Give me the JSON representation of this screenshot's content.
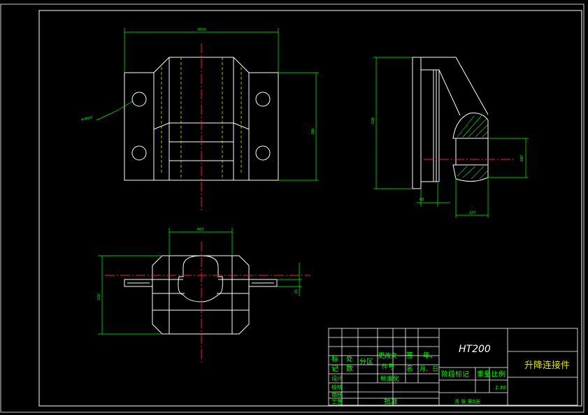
{
  "dimensions": {
    "front_width": "3000",
    "front_height": "780",
    "hole_note": "4xM50",
    "side_height": "900",
    "side_thickness": "60",
    "side_boss_depth": "220",
    "side_boss_dia": "280",
    "top_width": "600",
    "top_depth": "500",
    "top_flange": "50"
  },
  "title_block": {
    "material": "HT200",
    "part_name": "升降连接件",
    "scale": "1:30",
    "sheet": "共 张 第5张",
    "col_labels": [
      "标",
      "处",
      "分区",
      "更改文",
      "签",
      "年、"
    ],
    "row2_labels": [
      "记",
      "数",
      "件号",
      "名",
      "月、日"
    ],
    "stage_label": "阶段标记",
    "weight_label": "重量",
    "scale_label": "比例",
    "left_stack": [
      "设计",
      "校核",
      "审核",
      "工艺"
    ],
    "std_label": "标准化",
    "approve_label": "批准"
  }
}
